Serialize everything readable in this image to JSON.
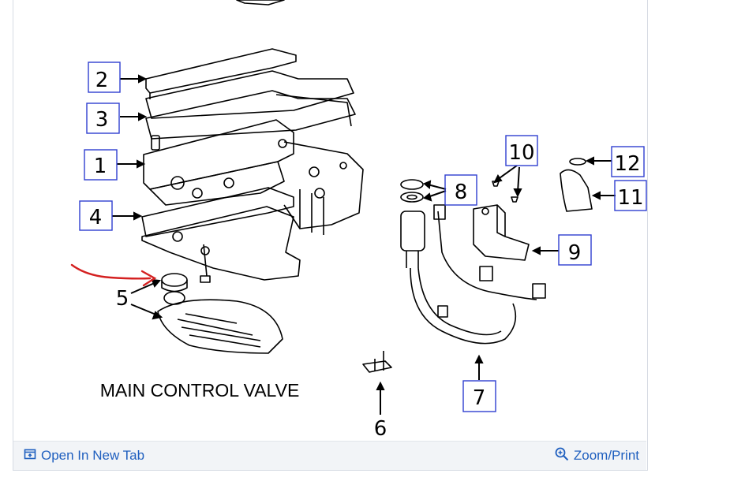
{
  "diagram": {
    "title": "MAIN CONTROL VALVE",
    "callouts": [
      "1",
      "2",
      "3",
      "4",
      "5",
      "6",
      "7",
      "8",
      "9",
      "10",
      "11",
      "12"
    ]
  },
  "toolbar": {
    "open_label": "Open In New Tab",
    "zoom_label": "Zoom/Print",
    "open_icon": "open-in-new-tab-icon",
    "zoom_icon": "magnifier-plus-icon"
  },
  "colors": {
    "link": "#1f5fbf",
    "callout_box": "#2f3fd0",
    "annotation": "#d42020",
    "toolbar_bg": "#f2f4f7"
  }
}
